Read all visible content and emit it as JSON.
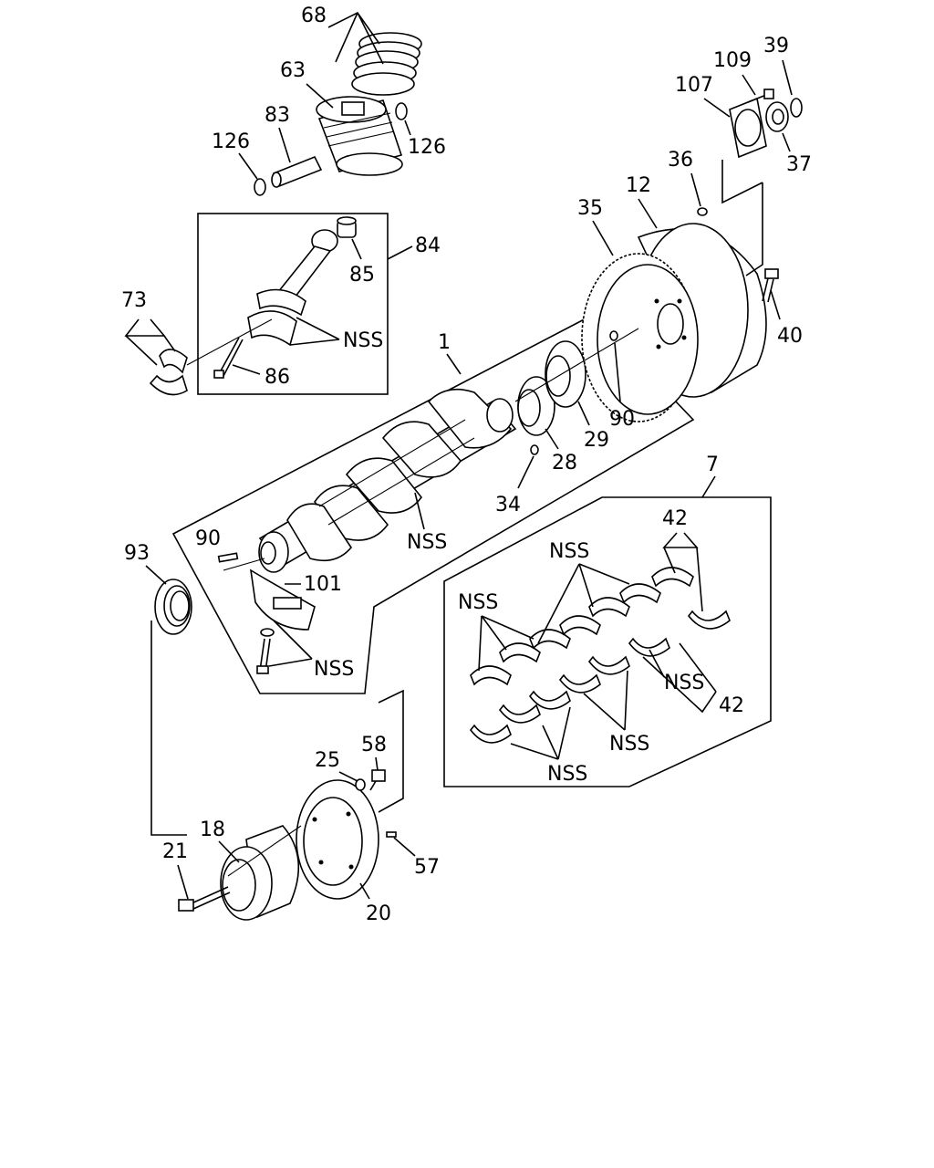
{
  "callouts": {
    "c1": "1",
    "c7": "7",
    "c12": "12",
    "c18": "18",
    "c20": "20",
    "c21": "21",
    "c25": "25",
    "c28": "28",
    "c29": "29",
    "c34": "34",
    "c35": "35",
    "c36": "36",
    "c37": "37",
    "c39": "39",
    "c40": "40",
    "c42a": "42",
    "c42b": "42",
    "c57": "57",
    "c58": "58",
    "c63": "63",
    "c68": "68",
    "c73": "73",
    "c83": "83",
    "c84": "84",
    "c85": "85",
    "c86": "86",
    "c90a": "90",
    "c90b": "90",
    "c93": "93",
    "c101": "101",
    "c107": "107",
    "c109": "109",
    "c126a": "126",
    "c126b": "126",
    "nss_rod": "NSS",
    "nss_crank": "NSS",
    "nss_cap": "NSS",
    "nss_b1": "NSS",
    "nss_b2": "NSS",
    "nss_b3": "NSS",
    "nss_b4": "NSS",
    "nss_b5": "NSS"
  }
}
